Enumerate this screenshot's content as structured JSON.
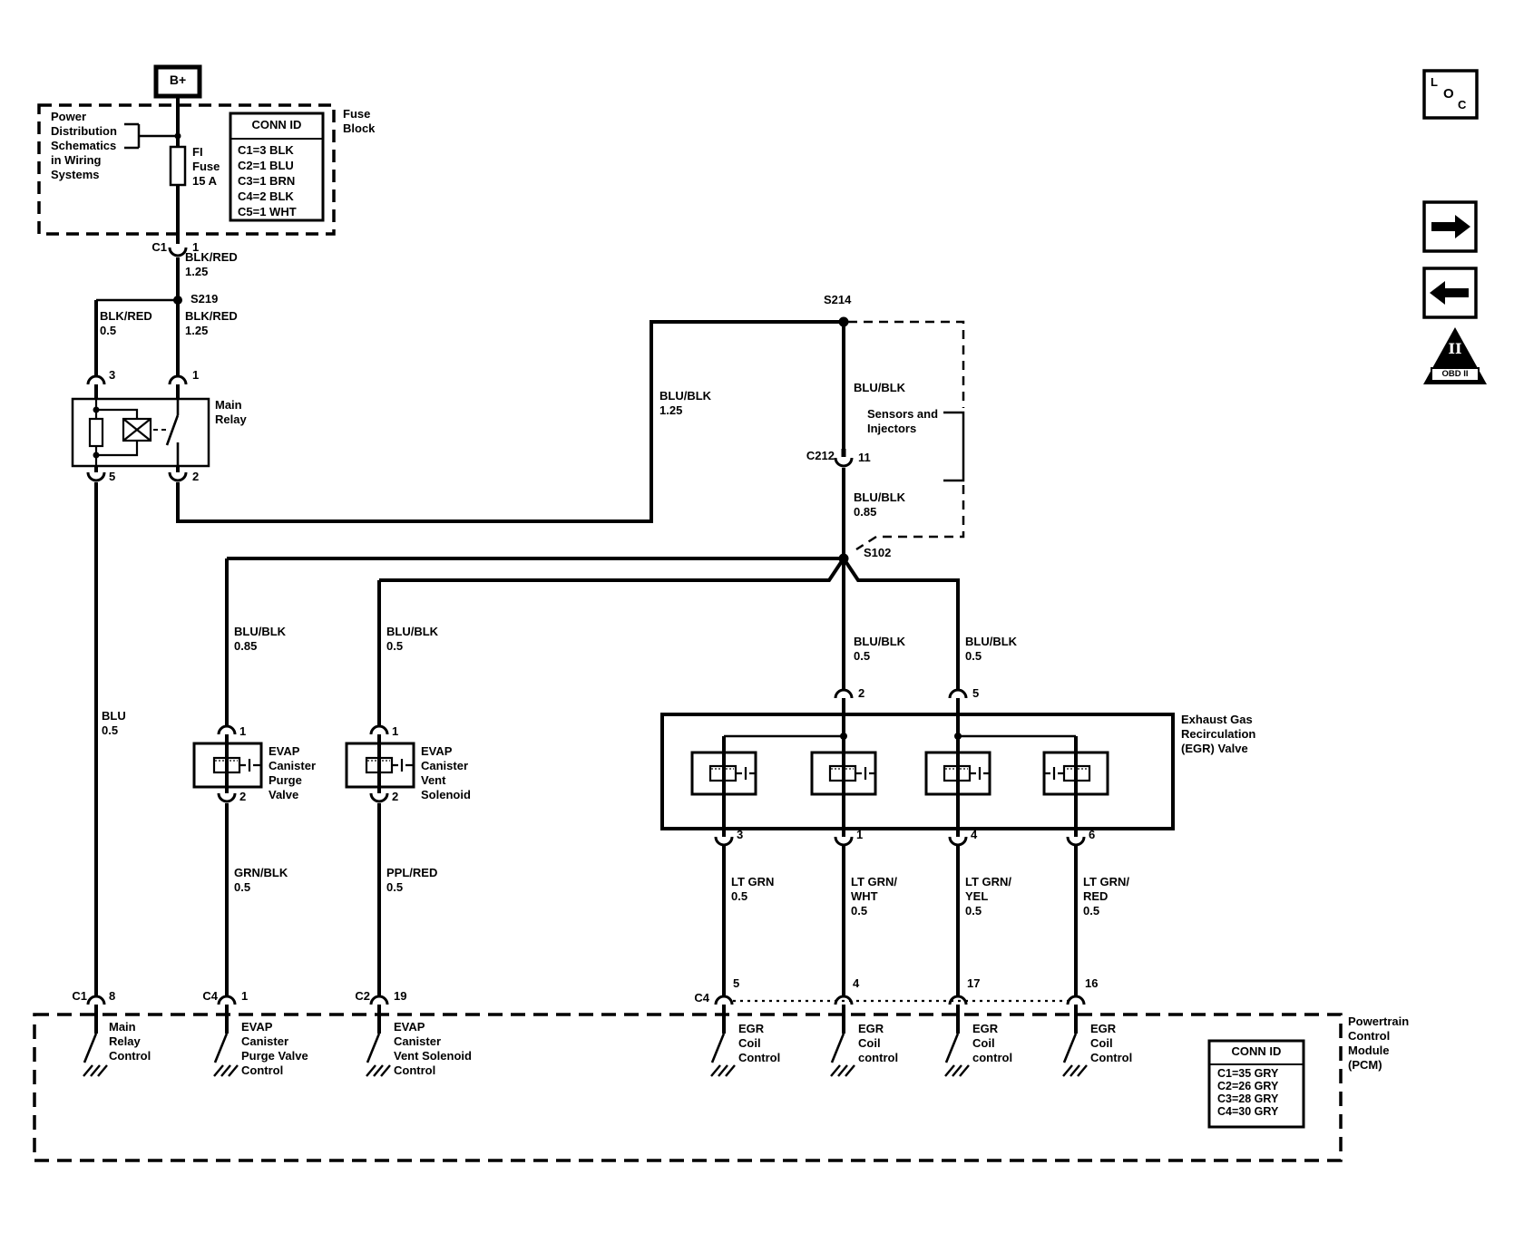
{
  "colors": {
    "ink": "#000000",
    "bg": "#ffffff"
  },
  "battery": "B+",
  "fuse_block": {
    "label": "Fuse\nBlock",
    "power_dist": "Power\nDistribution\nSchematics\nin Wiring\nSystems",
    "fuse": "FI\nFuse\n15 A",
    "conn_title": "CONN ID",
    "rows": [
      "C1=3 BLK",
      "C2=1 BLU",
      "C3=1 BRN",
      "C4=2 BLK",
      "C5=1 WHT"
    ]
  },
  "splices": {
    "s219": "S219",
    "s214": "S214",
    "s102": "S102"
  },
  "conn": {
    "c1": "C1",
    "c1_pin": "1",
    "c212": "C212",
    "c212_pin": "11"
  },
  "relay": {
    "label": "Main\nRelay",
    "p3": "3",
    "p1": "1",
    "p5": "5",
    "p2": "2"
  },
  "sensors_box": "Sensors and\nInjectors",
  "wires": {
    "top_blkred": "BLK/RED\n1.25",
    "left_blkred": "BLK/RED\n0.5",
    "right_blkred": "BLK/RED\n1.25",
    "blu": "BLU\n0.5",
    "blublk_125": "BLU/BLK\n1.25",
    "blublk": "BLU/BLK",
    "blublk_085": "BLU/BLK\n0.85",
    "purge_blublk": "BLU/BLK\n0.85",
    "vent_blublk": "BLU/BLK\n0.5",
    "egr2_blublk": "BLU/BLK\n0.5",
    "egr5_blublk": "BLU/BLK\n0.5",
    "grnblk": "GRN/BLK\n0.5",
    "pplred": "PPL/RED\n0.5",
    "ltgrn": "LT GRN\n0.5",
    "ltgrn_wht": "LT GRN/\nWHT\n0.5",
    "ltgrn_yel": "LT GRN/\nYEL\n0.5",
    "ltgrn_red": "LT GRN/\nRED\n0.5"
  },
  "evap_purge": {
    "label": "EVAP\nCanister\nPurge\nValve",
    "p1": "1",
    "p2": "2"
  },
  "evap_vent": {
    "label": "EVAP\nCanister\nVent\nSolenoid",
    "p1": "1",
    "p2": "2"
  },
  "egr": {
    "label": "Exhaust Gas\nRecirculation\n(EGR) Valve",
    "top_p2": "2",
    "top_p5": "5",
    "bottom": [
      "3",
      "1",
      "4",
      "6"
    ]
  },
  "pcm": {
    "label": "Powertrain\nControl\nModule\n(PCM)",
    "conn_title": "CONN ID",
    "rows": [
      "C1=35 GRY",
      "C2=26 GRY",
      "C3=28 GRY",
      "C4=30 GRY"
    ],
    "c1": "C1",
    "c1_pin": "8",
    "c4a": "C4",
    "c4a_pin": "1",
    "c2": "C2",
    "c2_pin": "19",
    "c4b": "C4",
    "egr_pins": [
      "5",
      "4",
      "17",
      "16"
    ],
    "ctl_relay": "Main\nRelay\nControl",
    "ctl_purge": "EVAP\nCanister\nPurge Valve\nControl",
    "ctl_vent": "EVAP\nCanister\nVent Solenoid\nControl",
    "ctl_egr": [
      "EGR\nCoil\nControl",
      "EGR\nCoil\ncontrol",
      "EGR\nCoil\ncontrol",
      "EGR\nCoil\nControl"
    ]
  },
  "nav": {
    "l": "L",
    "o": "O",
    "c": "C",
    "numeral": "II",
    "obd": "OBD II"
  }
}
